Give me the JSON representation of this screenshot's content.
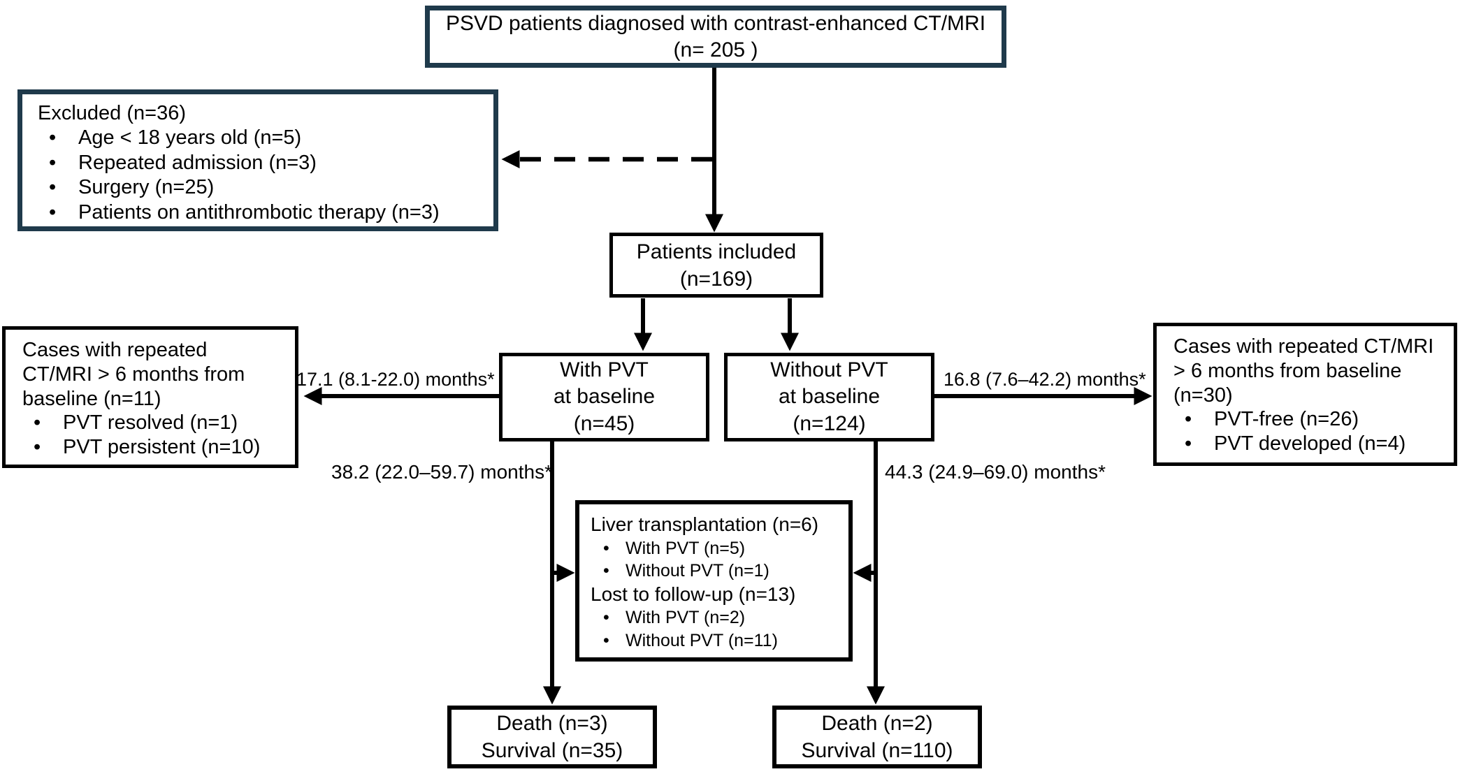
{
  "figure": {
    "background": "#ffffff",
    "line_color": "#000000",
    "navy_border_color": "#1f3a4b",
    "boxes": {
      "top": {
        "lines": [
          "PSVD patients diagnosed with contrast-enhanced CT/MRI",
          "(n= 205 )"
        ]
      },
      "excluded": {
        "title": "Excluded (n=36)",
        "items": [
          "Age < 18 years old (n=5)",
          "Repeated admission (n=3)",
          "Surgery (n=25)",
          "Patients on antithrombotic therapy (n=3)"
        ]
      },
      "included": {
        "lines": [
          "Patients included",
          "(n=169)"
        ]
      },
      "with_pvt": {
        "lines": [
          "With PVT",
          "at baseline",
          "(n=45)"
        ]
      },
      "without_pvt": {
        "lines": [
          "Without PVT",
          "at baseline",
          "(n=124)"
        ]
      },
      "left_cases": {
        "title": "Cases with repeated CT/MRI > 6 months from baseline (n=11)",
        "items": [
          "PVT resolved (n=1)",
          "PVT persistent (n=10)"
        ]
      },
      "right_cases": {
        "title": "Cases with repeated CT/MRI > 6 months from baseline (n=30)",
        "items": [
          "PVT-free (n=26)",
          "PVT developed (n=4)"
        ]
      },
      "outcomes_mid": {
        "section1_title": "Liver transplantation (n=6)",
        "section1_items": [
          "With PVT (n=5)",
          "Without PVT (n=1)"
        ],
        "section2_title": "Lost to follow-up (n=13)",
        "section2_items": [
          "With PVT (n=2)",
          "Without PVT (n=11)"
        ]
      },
      "death_left": {
        "lines": [
          "Death (n=3)",
          "Survival (n=35)"
        ]
      },
      "death_right": {
        "lines": [
          "Death (n=2)",
          "Survival (n=110)"
        ]
      }
    },
    "arrow_labels": {
      "with_pvt_followup": "17.1 (8.1-22.0) months*",
      "without_pvt_followup": "16.8 (7.6–42.2) months*",
      "with_pvt_survival": "38.2 (22.0–59.7) months*",
      "without_pvt_survival": "44.3 (24.9–69.0) months*"
    }
  }
}
